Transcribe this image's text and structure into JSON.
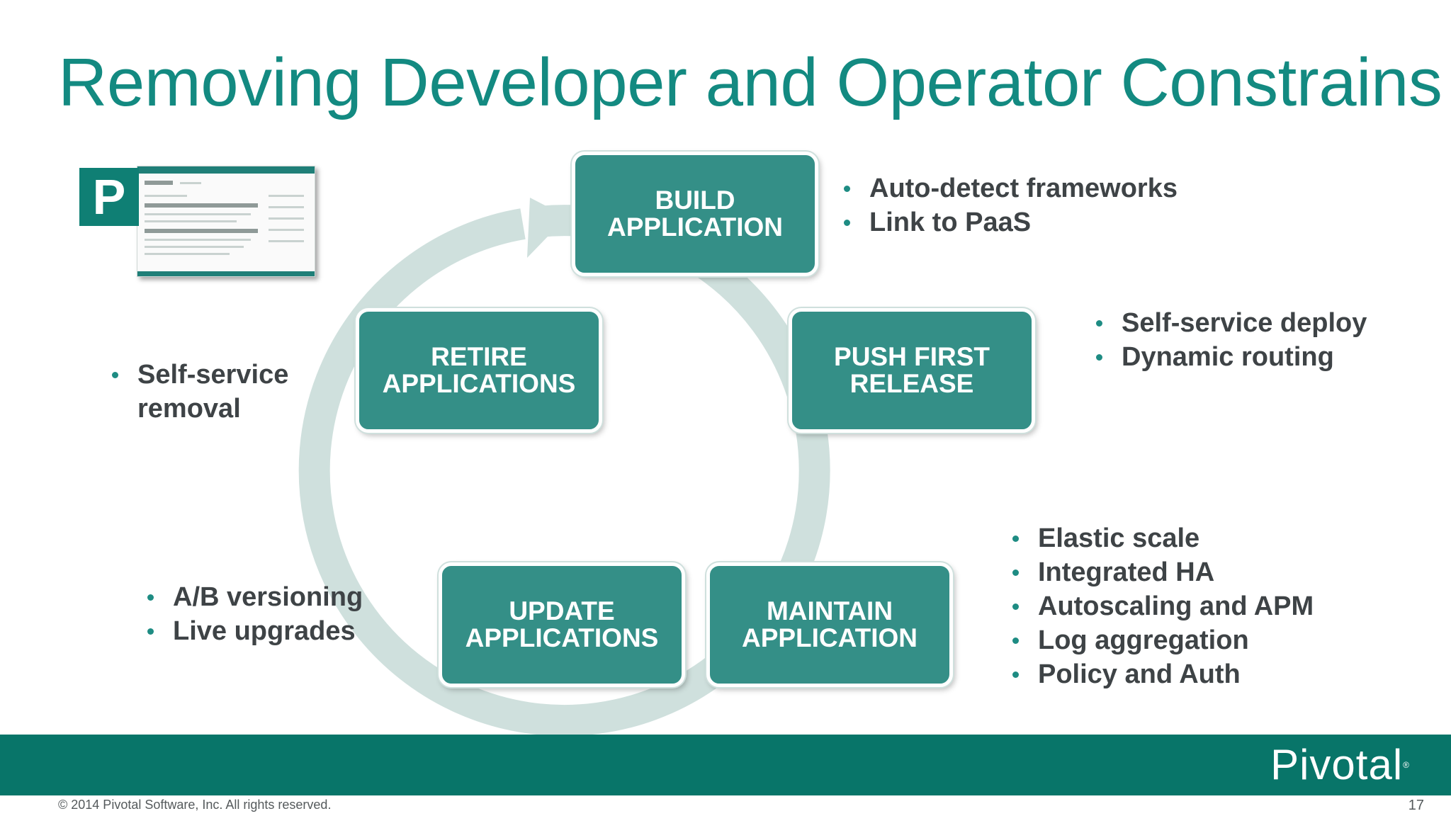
{
  "slide": {
    "title": "Removing Developer and Operator Constrains",
    "footer_copyright": "© 2014 Pivotal Software, Inc.  All rights reserved.",
    "page_number": "17",
    "brand": "Pivotal",
    "brand_mark": "®",
    "logo_letter": "P"
  },
  "nodes": {
    "build": [
      "BUILD",
      "APPLICATION"
    ],
    "push": [
      "PUSH FIRST",
      "RELEASE"
    ],
    "maintain": [
      "MAINTAIN",
      "APPLICATION"
    ],
    "update": [
      "UPDATE",
      "APPLICATIONS"
    ],
    "retire": [
      "RETIRE",
      "APPLICATIONS"
    ]
  },
  "bullets": {
    "build": [
      "Auto-detect frameworks",
      "Link to PaaS"
    ],
    "push": [
      "Self-service deploy",
      "Dynamic routing"
    ],
    "maintain": [
      "Elastic scale",
      "Integrated HA",
      "Autoscaling and APM",
      "Log aggregation",
      "Policy and Auth"
    ],
    "update": [
      "A/B versioning",
      "Live upgrades"
    ],
    "retire": [
      "Self-service",
      "removal"
    ]
  },
  "colors": {
    "title": "#138a81",
    "node_fill": "#348f87",
    "cycle_ring": "#cfe0dd",
    "footer_band": "#087569",
    "bullet_text": "#3e4346"
  },
  "icons": {
    "cycle_arrow": "arrow-head-icon",
    "app_thumbnail": "dashboard-screenshot"
  }
}
